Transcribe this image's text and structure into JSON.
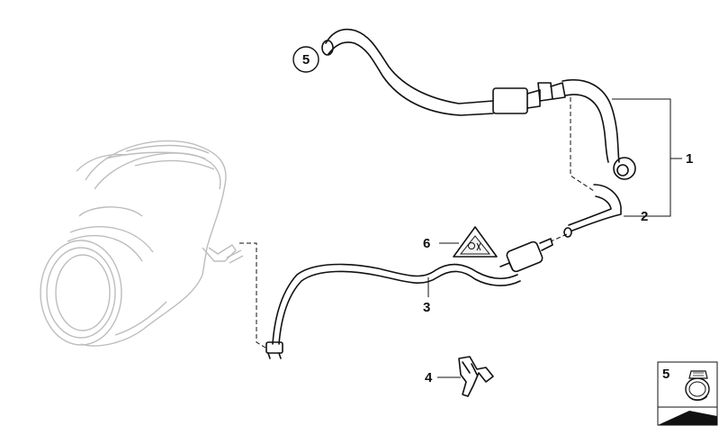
{
  "callouts": {
    "c1": "1",
    "c2": "2",
    "c3": "3",
    "c4": "4",
    "c5_circled": "5",
    "c6": "6",
    "c5_inset": "5"
  },
  "icons": {
    "warning": "warning-triangle-icon",
    "clamp": "hose-clamp-icon"
  }
}
